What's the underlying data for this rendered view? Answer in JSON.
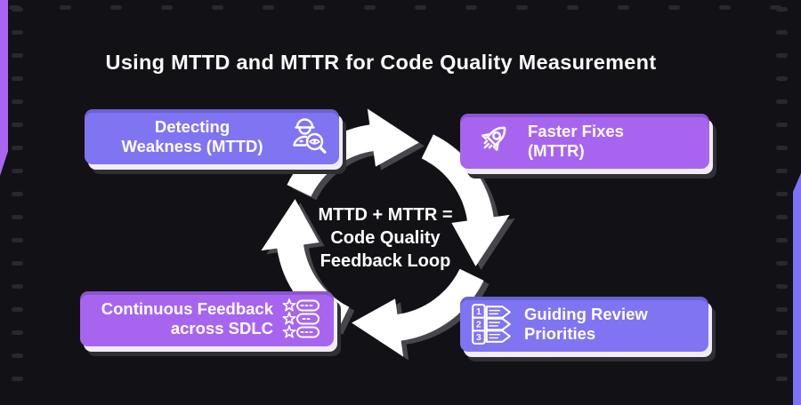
{
  "title": "Using MTTD and MTTR for Code Quality Measurement",
  "center_label": {
    "line1": "MTTD + MTTR =",
    "line2": "Code Quality",
    "line3": "Feedback Loop"
  },
  "cards": [
    {
      "line1": "Detecting",
      "line2": "Weakness (MTTD)",
      "icon": "code-inspector-icon",
      "color": "#7f74f2"
    },
    {
      "line1": "Faster Fixes",
      "line2": "(MTTR)",
      "icon": "rocket-icon",
      "color": "#a765ef"
    },
    {
      "line1": "Continuous Feedback",
      "line2": "across SDLC",
      "icon": "star-feedback-list-icon",
      "color": "#a765ef"
    },
    {
      "line1": "Guiding Review",
      "line2": "Priorities",
      "icon": "numbered-priority-list-icon",
      "color": "#7f74f2",
      "digits": [
        "1",
        "2",
        "3"
      ]
    }
  ],
  "colors": {
    "background": "#121216",
    "card_indigo": "#7f74f2",
    "card_violet": "#a765ef",
    "strip_left": "#a965f0",
    "strip_right": "#7d72f0",
    "arrow_loop": "#ffffff",
    "arrow_shadow": "#46464c",
    "dot": "#28282d",
    "text": "#ffffff"
  }
}
